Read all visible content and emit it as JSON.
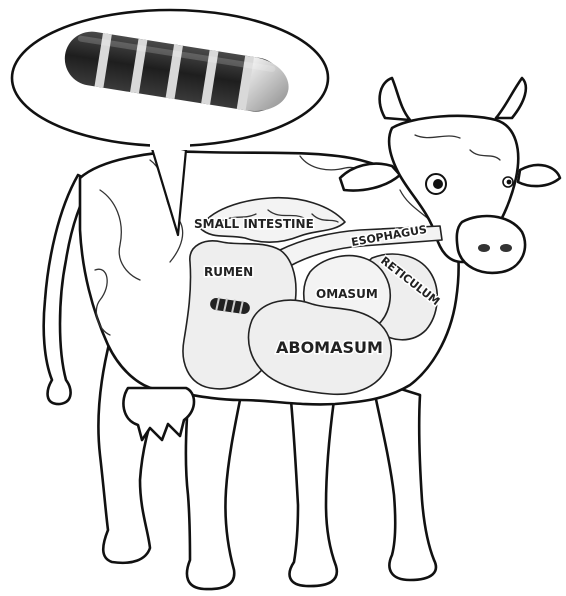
{
  "labels": {
    "small_intestine": "SMALL INTESTINE",
    "rumen": "RUMEN",
    "esophagus": "ESOPHAGUS",
    "reticulum": "RETICULUM",
    "omasum": "OMASUM",
    "abomasum": "ABOMASUM"
  },
  "colors": {
    "outline": "#111111",
    "bolus_dark": "#2b2b2b",
    "bolus_band": "#d9d9d9",
    "bolus_tip": "#bdbdbd"
  }
}
